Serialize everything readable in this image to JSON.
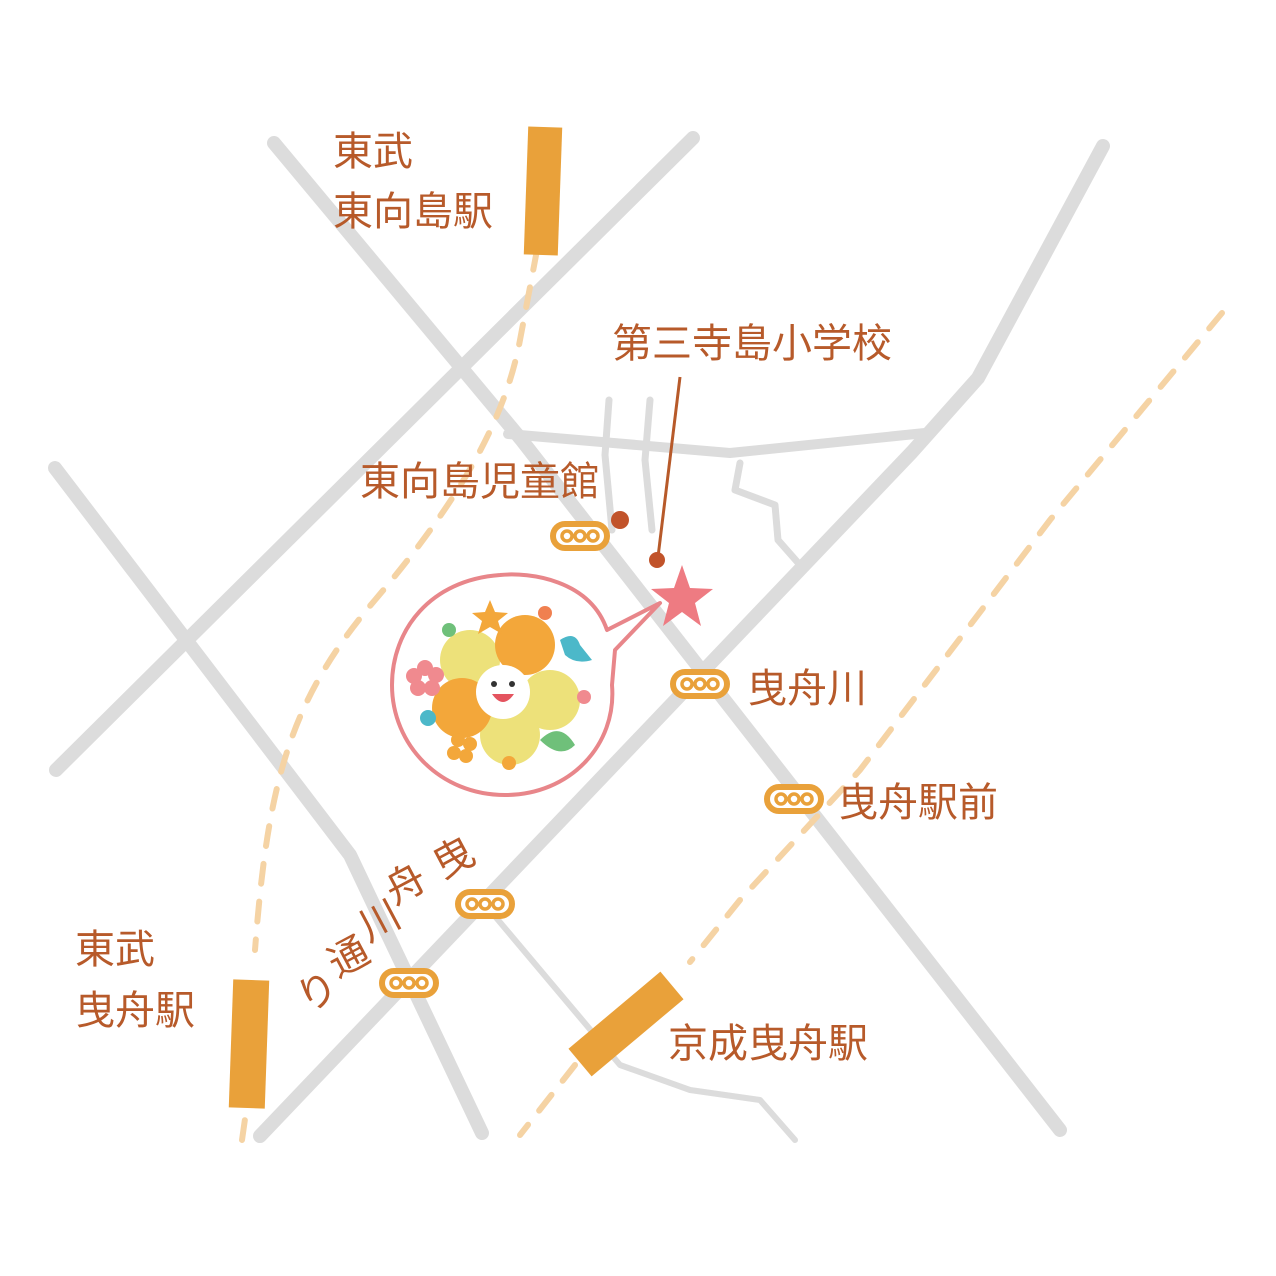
{
  "map": {
    "colors": {
      "road": "#dcdcdc",
      "rail": "#f5d3a4",
      "station": "#e9a13a",
      "label": "#b75a2a",
      "poi_dot": "#c1532a",
      "destination_star": "#ee7b82",
      "bubble_outline": "#e8868a"
    },
    "stations": {
      "tobu_higashimukojima": [
        "東武",
        "東向島駅"
      ],
      "tobu_hikifune": [
        "東武",
        "曳舟駅"
      ],
      "keisei_hikifune": "京成曳舟駅"
    },
    "landmarks": {
      "school": "第三寺島小学校",
      "childrens_hall": "東向島児童館"
    },
    "bus_stops": {
      "hikifunegawa": "曳舟川",
      "hikifune_ekimae": "曳舟駅前"
    },
    "streets": {
      "hikifunegawa_dori": [
        "曳",
        "舟",
        "川",
        "通",
        "り"
      ]
    },
    "icons": {
      "destination": "star-icon",
      "mascot": "flower-mascot-icon",
      "bus_stop": "bus-stop-icon"
    }
  }
}
